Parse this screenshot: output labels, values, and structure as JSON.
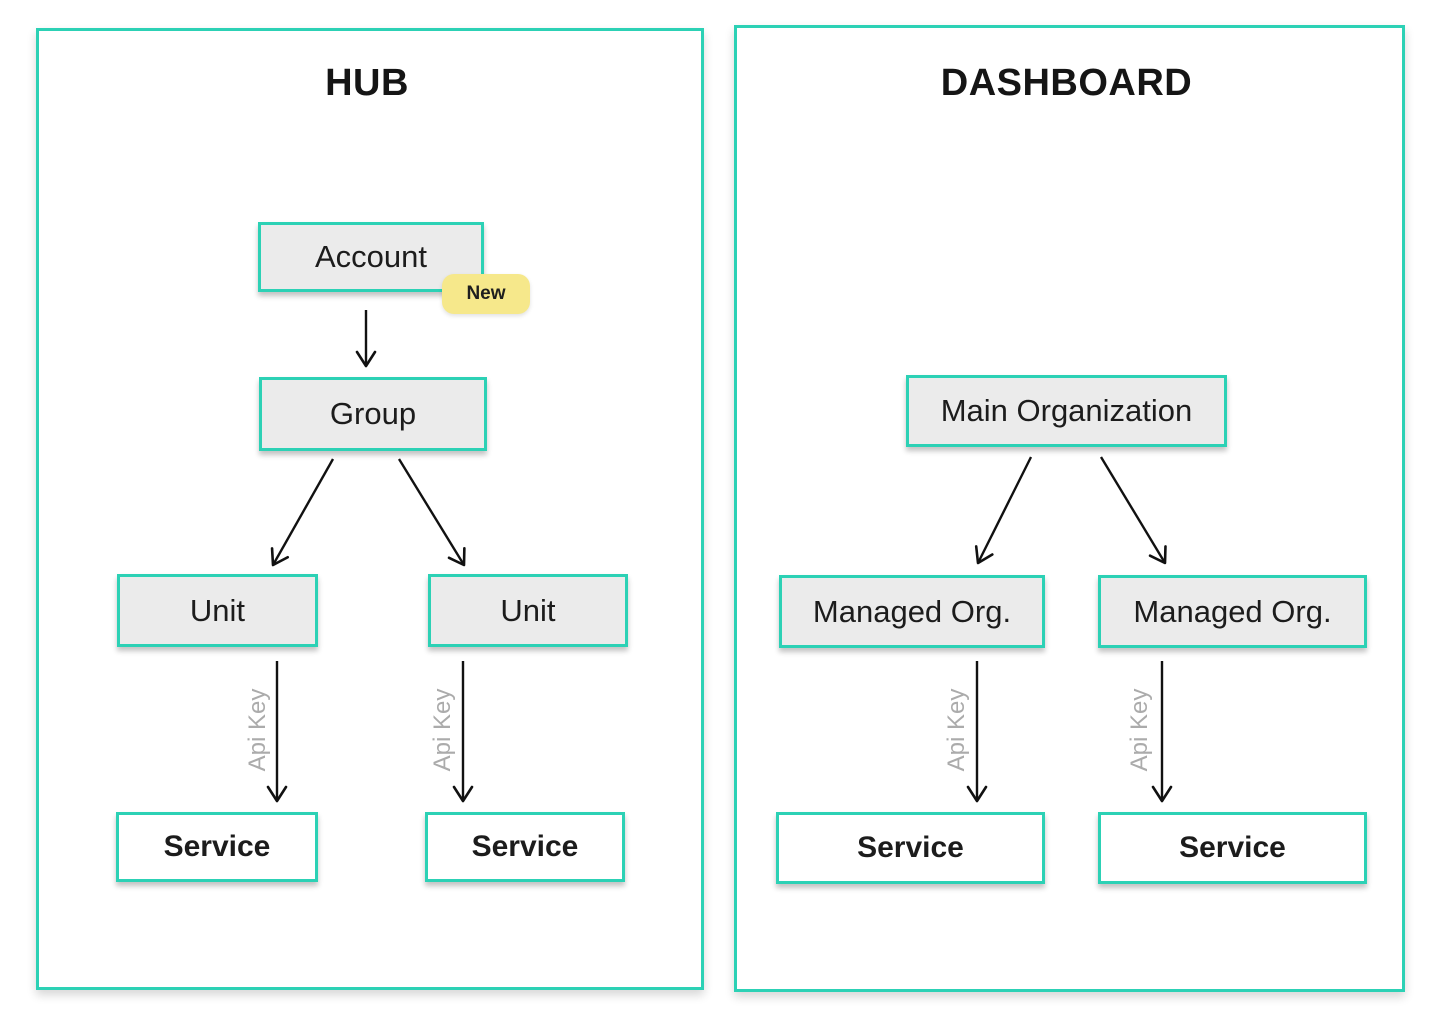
{
  "colors": {
    "accent": "#2cd1b5",
    "node_fill": "#ebebeb",
    "service_fill": "#ffffff",
    "badge_bg": "#f6e88b",
    "edge_label_text": "#ababab",
    "arrow": "#111111",
    "text": "#1c1c1c"
  },
  "hub": {
    "title": "HUB",
    "badge_label": "New",
    "nodes": {
      "account": "Account",
      "group": "Group",
      "unit_left": "Unit",
      "unit_right": "Unit",
      "service_left": "Service",
      "service_right": "Service"
    },
    "edge_labels": {
      "left": "Api Key",
      "right": "Api Key"
    }
  },
  "dashboard": {
    "title": "DASHBOARD",
    "nodes": {
      "main_org": "Main Organization",
      "managed_left": "Managed Org.",
      "managed_right": "Managed Org.",
      "service_left": "Service",
      "service_right": "Service"
    },
    "edge_labels": {
      "left": "Api Key",
      "right": "Api Key"
    }
  }
}
